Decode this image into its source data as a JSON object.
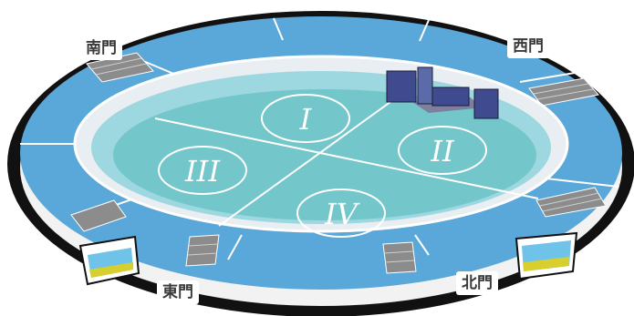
{
  "gates": {
    "south": "南門",
    "west": "西門",
    "east": "東門",
    "north": "北門"
  },
  "zones": [
    "I",
    "II",
    "III",
    "IV"
  ],
  "colors": {
    "outline": "#111111",
    "stand_blue": "#5aa7d9",
    "inner_wall": "#e8eef1",
    "field_outer": "#9dd7df",
    "field_inner": "#73c6c9",
    "stage": "#3f4a8f"
  }
}
